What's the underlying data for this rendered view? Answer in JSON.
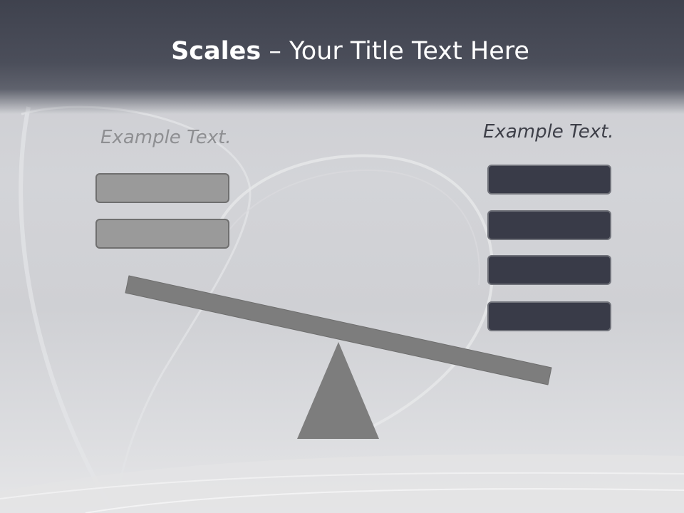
{
  "title": {
    "bold": "Scales",
    "rest": " – Your Title Text Here"
  },
  "left": {
    "caption": "Example Text.",
    "box_count": 2
  },
  "right": {
    "caption": "Example Text.",
    "box_count": 4
  },
  "colors": {
    "title_band": "#42454f",
    "left_box": "#9a9a9a",
    "right_box": "#393b48",
    "beam": "#7d7d7d",
    "fulcrum": "#7d7d7d"
  }
}
